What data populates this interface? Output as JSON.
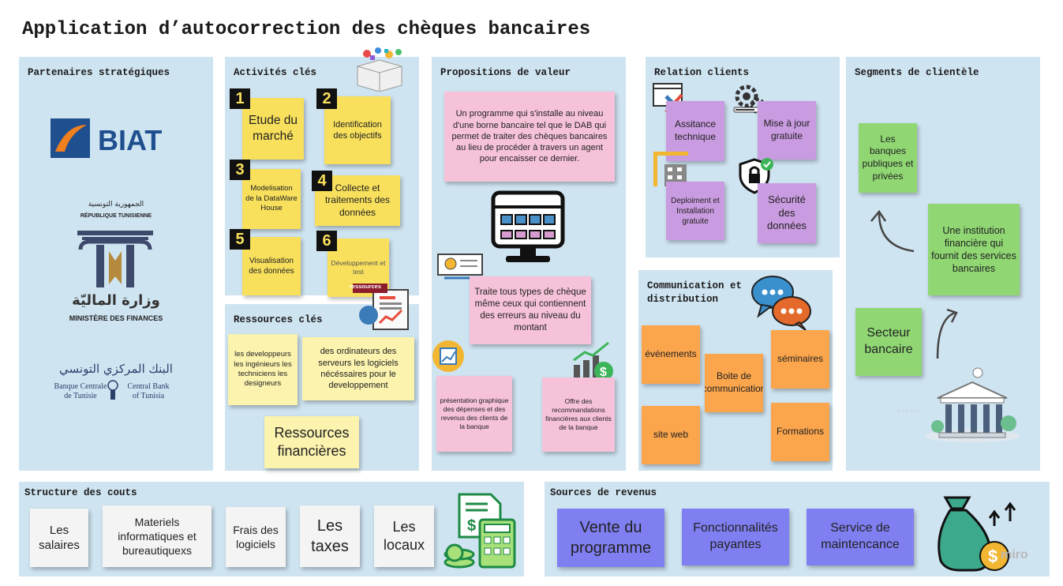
{
  "title": "Application d’autocorrection des chèques bancaires",
  "watermark": "miro",
  "partenaires": {
    "title": "Partenaires stratégiques",
    "biat": "BIAT",
    "rep_ar": "الجمهورية التونسية",
    "rep_fr": "RÉPUBLIQUE TUNISIENNE",
    "min_ar": "وزارة الماليّة",
    "min_fr": "MINISTÈRE DES FINANCES",
    "bct_ar": "البنك المركزي التونسي",
    "bct_fr1": "Banque Centrale",
    "bct_fr2": "de Tunisie",
    "bct_en1": "Central Bank",
    "bct_en2": "of Tunisia"
  },
  "activites": {
    "title": "Activités clés",
    "notes": [
      {
        "num": "1",
        "text": "Etude du marché"
      },
      {
        "num": "2",
        "text": "Identification des objectifs"
      },
      {
        "num": "3",
        "text": "Modelisation de la DataWare House"
      },
      {
        "num": "4",
        "text": "Collecte et traitements des données"
      },
      {
        "num": "5",
        "text": "Visualisation des données"
      },
      {
        "num": "6",
        "text": "Développement et test"
      }
    ]
  },
  "ressources": {
    "title": "Ressources clés",
    "badge": "ressources",
    "notes": [
      "les developpeurs les ingénieurs les techniciens les designeurs",
      "des ordinateurs des serveurs les logiciels nécéssaires pour le developpement",
      "Ressources financières"
    ]
  },
  "propositions": {
    "title": "Propositions de valeur",
    "notes": [
      "Un programme qui s'installe au niveau d'une borne bancaire tel que le DAB qui permet de traiter des chèques bancaires au lieu de procéder à travers un agent pour encaisser ce dernier.",
      "Traite tous types de chèque même ceux qui contiennent des erreurs au niveau du montant",
      "présentation graphique des dépenses et des revenus des clients de la banque",
      "Offre des recommandations financières aux clients de la banque"
    ]
  },
  "relation": {
    "title": "Relation clients",
    "notes": [
      "Assitance technique",
      "Mise à jour gratuite",
      "Deploiment et Installation gratuite",
      "Sécurité des données"
    ]
  },
  "communication": {
    "title_1": "Communication et",
    "title_2": "distribution",
    "notes": [
      "événements",
      "Boite de communication",
      "séminaires",
      "site web",
      "Formations"
    ]
  },
  "segments": {
    "title": "Segments de clientèle",
    "notes": [
      "Les banques publiques et privées",
      "Une institution financière qui fournit des services bancaires",
      "Secteur bancaire"
    ]
  },
  "couts": {
    "title": "Structure des couts",
    "notes": [
      "Les salaires",
      "Materiels informatiques et bureautiquexs",
      "Frais des logiciels",
      "Les taxes",
      "Les locaux"
    ]
  },
  "revenus": {
    "title": "Sources de revenus",
    "notes": [
      "Vente du programme",
      "Fonctionnalités payantes",
      "Service de maintencance"
    ]
  },
  "colors": {
    "frame": "#cfe4f1",
    "yellow": "#f8e05c",
    "pink": "#f6c2d9",
    "purple": "#c99be0",
    "orange": "#fba54c",
    "green": "#90d774",
    "blue": "#7f7ff2"
  },
  "icons": [
    "biat-logo-icon",
    "ministry-emblem-icon",
    "central-bank-emblem-icon",
    "gift-box-icon",
    "report-chart-icon",
    "monitor-icon",
    "cheque-icon",
    "growth-chart-icon",
    "money-growth-icon",
    "tools-icon",
    "gear-update-icon",
    "crane-building-icon",
    "shield-lock-icon",
    "chat-bubbles-icon",
    "curved-arrow-icon",
    "bank-building-icon",
    "calculator-icon",
    "money-bag-icon"
  ]
}
